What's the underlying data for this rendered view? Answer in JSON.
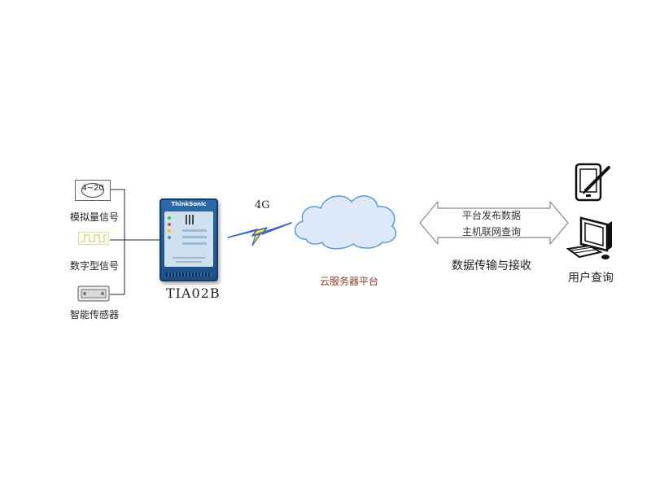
{
  "sensors": {
    "analog": {
      "icon_text": "4~20",
      "label": "模拟量信号"
    },
    "digital": {
      "label": "数字型信号"
    },
    "smart": {
      "label": "智能传感器"
    }
  },
  "device": {
    "brand": "ThinkSonic",
    "name": "TIA02B"
  },
  "network": {
    "label": "4G"
  },
  "cloud": {
    "label": "云服务器平台"
  },
  "transfer": {
    "line1": "平台发布数据",
    "line2": "主机联网查询",
    "label": "数据传输与接收"
  },
  "user": {
    "label": "用户查询"
  },
  "colors": {
    "line": "#222222",
    "cloud_fill": "#dde8f8",
    "cloud_stroke": "#5b9bd5",
    "bolt_fill": "#f5e61e",
    "bolt_stroke": "#3a63c4",
    "device_body": "#1d4f86"
  }
}
